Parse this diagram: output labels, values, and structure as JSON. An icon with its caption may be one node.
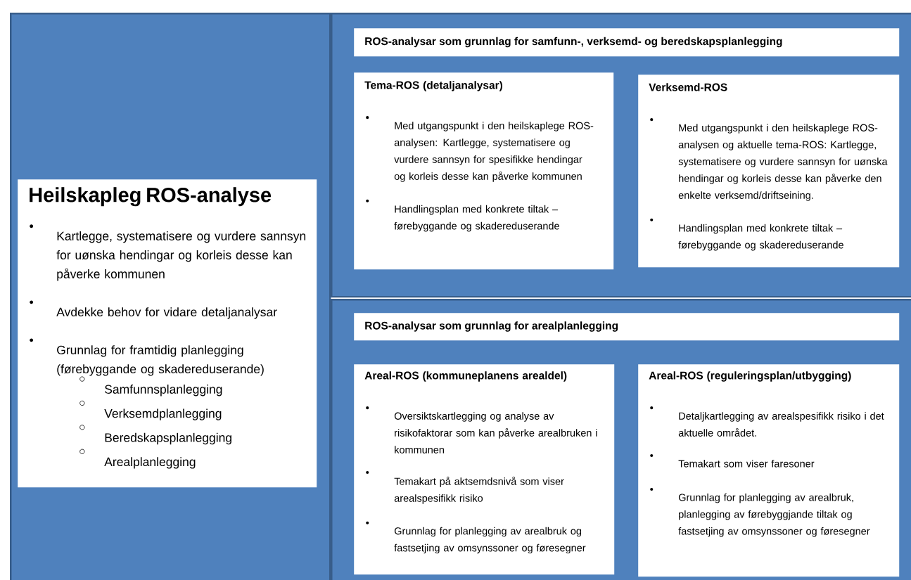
{
  "diagram": {
    "nodes": [
      {
        "text": [],
        "shape": "box"
      },
      {
        "text": [
          "Heilskapleg ROS-analyse",
          "Kartlegge, systematisere og vurdere sannsyn for uønska hendingar og korleis desse kan påverke kommunen",
          "Avdekke behov for vidare detaljanalysar",
          "Grunnlag for framtidig planlegging (førebyggande og skadereduserande)",
          "Samfunnsplanlegging",
          "Verksemdplanlegging",
          "Beredskapsplanlegging",
          "Arealplanlegging"
        ],
        "in": 0
      },
      {
        "text": [],
        "shape": "box"
      },
      {
        "text": [
          "ROS-analysar som grunnlag for samfunn-, verksemd- og beredskapsplanlegging"
        ],
        "in": 2
      },
      {
        "text": [
          "Tema-ROS (detaljanalysar)",
          "Med utgangspunkt i den heilskaplege ROS-analysen: Kartlegge, systematisere og vurdere sannsyn for spesifikke hendingar og korleis desse kan påverke kommunen",
          "Handlingsplan med konkrete tiltak – førebyggande og skadereduserande"
        ],
        "in": 2
      },
      {
        "text": [
          "Verksemd-ROS",
          "Med utgangspunkt i den heilskaplege ROS-analysen og aktuelle tema-ROS: Kartlegge, systematisere og vurdere sannsyn for uønska hendingar og korleis desse kan påverke den enkelte verksemd/driftseining.",
          "Handlingsplan med konkrete tiltak – førebyggande og skadereduserande"
        ],
        "in": 2
      },
      {
        "text": [],
        "shape": "box"
      },
      {
        "text": [
          "ROS-analysar som grunnlag for arealplanlegging"
        ],
        "in": 6
      },
      {
        "text": [
          "Areal-ROS (kommuneplanens arealdel)",
          "Oversiktskartlegging og analyse av risikofaktorar som kan påverke arealbruken i kommunen",
          "Temakart på aktsemdsnivå som viser arealspesifikk risiko",
          "Grunnlag for planlegging av arealbruk og fastsetjing av omsynssoner og føresegner"
        ],
        "in": 6
      },
      {
        "text": [
          "Areal-ROS (reguleringsplan/utbygging)",
          "Detaljkartlegging av arealspesifikk risiko i det aktuelle området.",
          "Temakart som viser faresoner",
          "Grunnlag for planlegging av arealbruk, planlegging av førebyggjande tiltak og fastsetjing av omsynssoner og føresegner"
        ],
        "in": 6
      }
    ]
  }
}
